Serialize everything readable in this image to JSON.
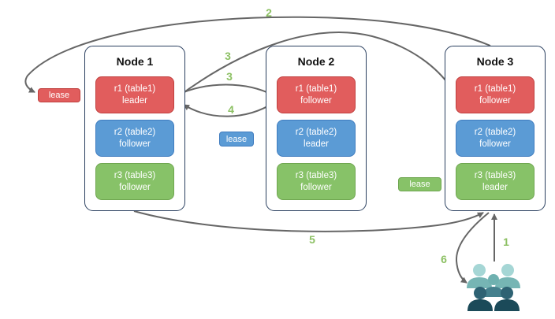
{
  "colors": {
    "red_fill": "#e15d5d",
    "red_border": "#c0403e",
    "blue_fill": "#5b9bd5",
    "blue_border": "#3f7cbf",
    "green_fill": "#87c268",
    "green_border": "#6fa650",
    "node_border": "#2a3f5f",
    "arrow": "#666666",
    "flow_label": "#8cc063",
    "users_light_head": "#a5d6d5",
    "users_light_body": "#76b5b4",
    "users_mid_head": "#6fb1b0",
    "users_mid_body": "#45808d",
    "users_dark_head": "#2e6273",
    "users_dark_body": "#1b4a59"
  },
  "nodes": [
    {
      "title": "Node 1",
      "replicas": [
        {
          "name": "r1 (table1)",
          "role": "leader",
          "color": "red"
        },
        {
          "name": "r2 (table2)",
          "role": "follower",
          "color": "blue"
        },
        {
          "name": "r3 (table3)",
          "role": "follower",
          "color": "green"
        }
      ]
    },
    {
      "title": "Node 2",
      "replicas": [
        {
          "name": "r1 (table1)",
          "role": "follower",
          "color": "red"
        },
        {
          "name": "r2 (table2)",
          "role": "leader",
          "color": "blue"
        },
        {
          "name": "r3 (table3)",
          "role": "follower",
          "color": "green"
        }
      ]
    },
    {
      "title": "Node 3",
      "replicas": [
        {
          "name": "r1 (table1)",
          "role": "follower",
          "color": "red"
        },
        {
          "name": "r2 (table2)",
          "role": "follower",
          "color": "blue"
        },
        {
          "name": "r3 (table3)",
          "role": "leader",
          "color": "green"
        }
      ]
    }
  ],
  "leases": [
    {
      "label": "lease",
      "color": "red"
    },
    {
      "label": "lease",
      "color": "blue"
    },
    {
      "label": "lease",
      "color": "green"
    }
  ],
  "flow_labels": [
    "1",
    "2",
    "3",
    "3",
    "4",
    "5",
    "6"
  ]
}
